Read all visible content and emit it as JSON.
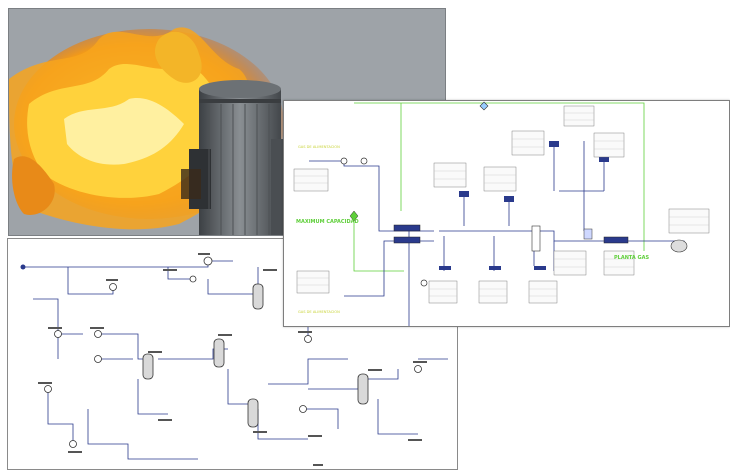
{
  "pfd_right": {
    "green_labels": [
      "MAXIMUM CAPACIDAD",
      "PLANTA GAS"
    ],
    "yellow_labels": [
      "GAS DE ALIMENTACION",
      "GAS DE ALIMENTACION"
    ]
  },
  "colors": {
    "flame_core": "#ffe14a",
    "flame_mid": "#f6a21a",
    "flame_edge": "#c8501a",
    "sky": "#9ea3a8",
    "stack": "#5f6468",
    "stream_line": "#2a3a8c",
    "energy_line": "#5fcf3a"
  }
}
